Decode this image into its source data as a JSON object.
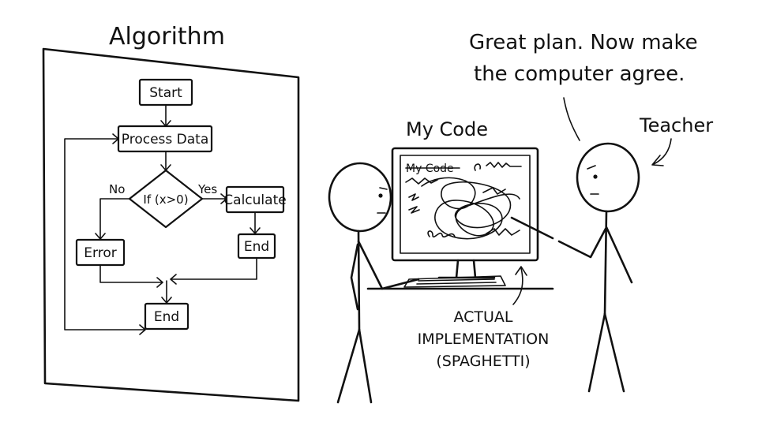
{
  "flowchart": {
    "title": "Algorithm",
    "start": "Start",
    "process": "Process Data",
    "decision": "If (x>0)",
    "no_label": "No",
    "yes_label": "Yes",
    "calculate": "Calculate",
    "end_right": "End",
    "error": "Error",
    "end_bottom": "End"
  },
  "monitor": {
    "label": "My Code",
    "screen_text": "My Code"
  },
  "speech": {
    "line1": "Great plan. Now make",
    "line2": "the computer agree."
  },
  "teacher_label": "Teacher",
  "caption": {
    "line1": "ACTUAL",
    "line2": "IMPLEMENTATION",
    "line3": "(SPAGHETTI)"
  },
  "colors": {
    "ink": "#111111",
    "paper": "#ffffff"
  }
}
